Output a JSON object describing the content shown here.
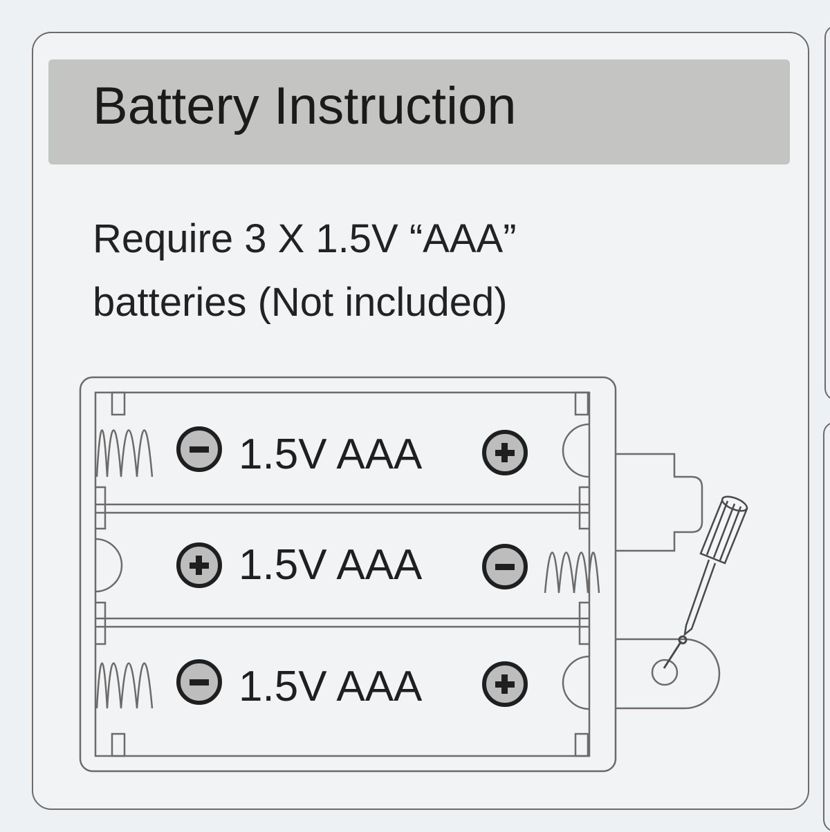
{
  "heading": "Battery Instruction",
  "requirement": {
    "line1": "Require 3 X 1.5V “AAA”",
    "line2": "batteries (Not included)"
  },
  "battery_slots": [
    {
      "label": "1.5V AAA",
      "left_terminal": "minus",
      "right_terminal": "plus",
      "spring_side": "left"
    },
    {
      "label": "1.5V AAA",
      "left_terminal": "plus",
      "right_terminal": "minus",
      "spring_side": "right"
    },
    {
      "label": "1.5V AAA",
      "left_terminal": "minus",
      "right_terminal": "plus",
      "spring_side": "left"
    }
  ],
  "icons": {
    "minus": "minus-terminal-icon",
    "plus": "plus-terminal-icon",
    "spring": "spring-contact-icon",
    "screwdriver": "screwdriver-icon",
    "screw": "screw-icon"
  },
  "colors": {
    "title_bar": "#c4c4c2",
    "line": "#6d6a6a",
    "terminal_fill": "#bdbdbd",
    "background": "#f1f3f4"
  }
}
